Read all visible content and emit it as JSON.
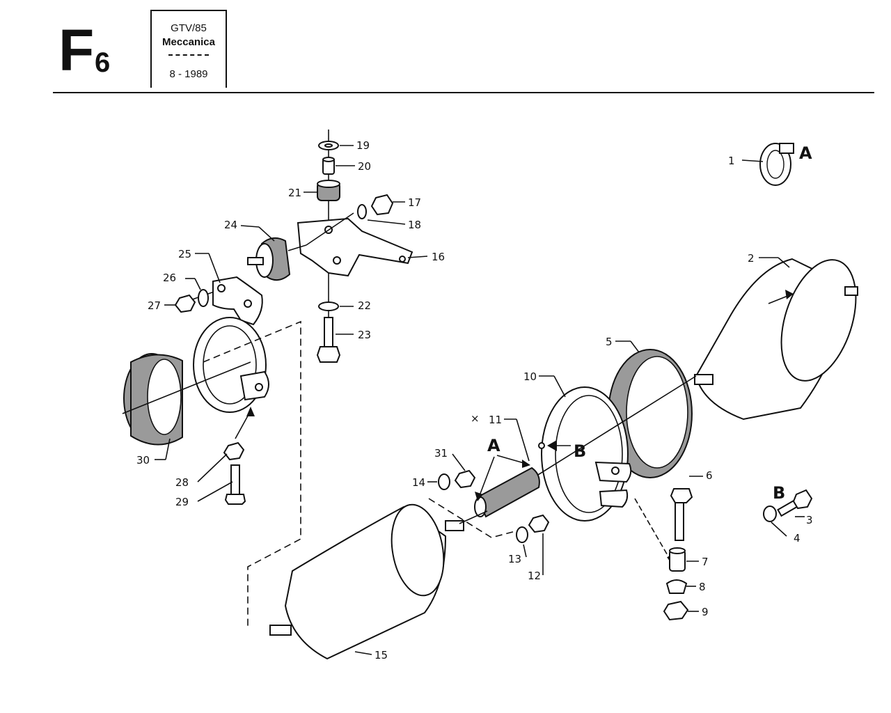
{
  "header": {
    "letter": "F",
    "number": "6",
    "model": "GTV/85",
    "section": "Meccanica",
    "date": "8 - 1989"
  },
  "callouts": {
    "p1": "1",
    "p2": "2",
    "p3": "3",
    "p4": "4",
    "p5": "5",
    "p6": "6",
    "p7": "7",
    "p8": "8",
    "p9": "9",
    "p10": "10",
    "p11": "11",
    "p12": "12",
    "p13": "13",
    "p14": "14",
    "p15": "15",
    "p16": "16",
    "p17": "17",
    "p18": "18",
    "p19": "19",
    "p20": "20",
    "p21": "21",
    "p22": "22",
    "p23": "23",
    "p24": "24",
    "p25": "25",
    "p26": "26",
    "p27": "27",
    "p28": "28",
    "p29": "29",
    "p30": "30",
    "p31": "31"
  },
  "detail_letters": {
    "a_top": "A",
    "b_right": "B",
    "a_mid": "A",
    "b_mid": "B"
  },
  "cross_mark": "×"
}
